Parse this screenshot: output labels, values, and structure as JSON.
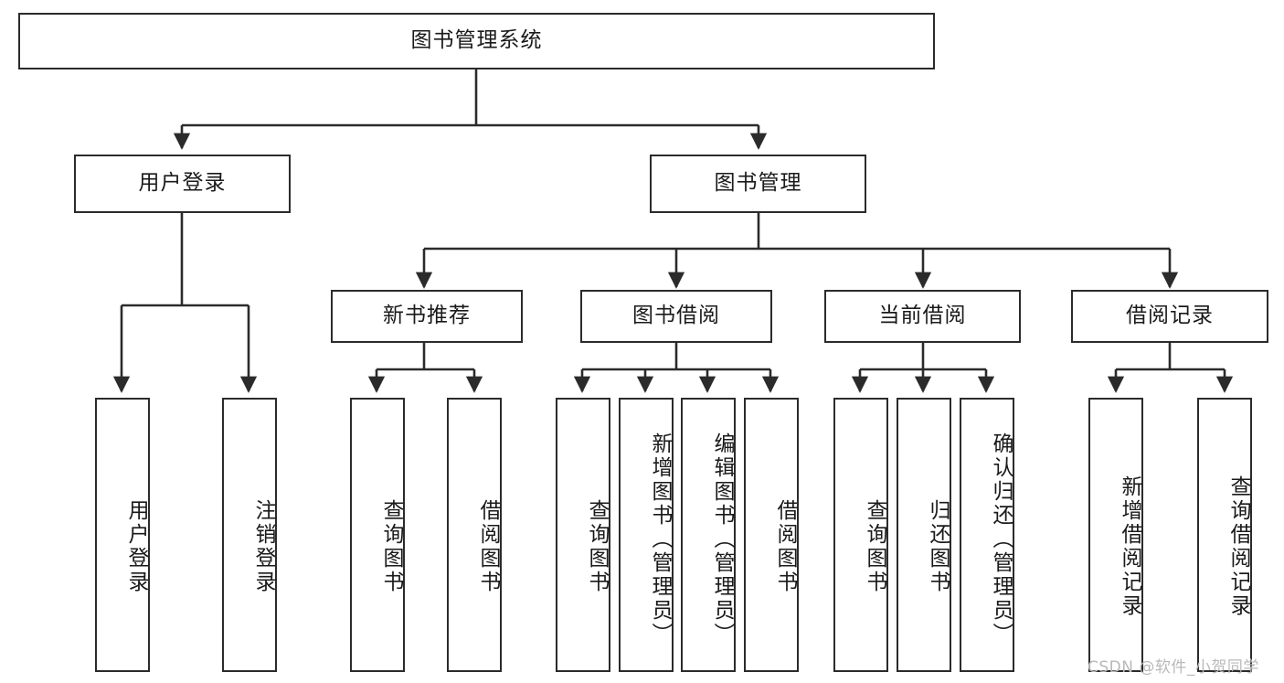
{
  "diagram": {
    "title_node": {
      "label": "图书管理系统"
    },
    "level2": [
      {
        "id": "user-login",
        "label": "用户登录"
      },
      {
        "id": "book-manage",
        "label": "图书管理"
      }
    ],
    "level3": [
      {
        "id": "new-book-recommend",
        "label": "新书推荐"
      },
      {
        "id": "book-borrow",
        "label": "图书借阅"
      },
      {
        "id": "current-borrow",
        "label": "当前借阅"
      },
      {
        "id": "borrow-record",
        "label": "借阅记录"
      }
    ],
    "leaves": [
      {
        "id": "leaf-user-login",
        "label": "用户登录",
        "parent": "user-login"
      },
      {
        "id": "leaf-logout-login",
        "label": "注销登录",
        "parent": "user-login"
      },
      {
        "id": "leaf-query-book-1",
        "label": "查询图书",
        "parent": "new-book-recommend"
      },
      {
        "id": "leaf-borrow-book-1",
        "label": "借阅图书",
        "parent": "new-book-recommend"
      },
      {
        "id": "leaf-query-book-2",
        "label": "查询图书",
        "parent": "book-borrow"
      },
      {
        "id": "leaf-add-book",
        "label": "新增图书（管理员）",
        "parent": "book-borrow"
      },
      {
        "id": "leaf-edit-book",
        "label": "编辑图书（管理员）",
        "parent": "book-borrow"
      },
      {
        "id": "leaf-borrow-book-2",
        "label": "借阅图书",
        "parent": "book-borrow"
      },
      {
        "id": "leaf-query-book-3",
        "label": "查询图书",
        "parent": "current-borrow"
      },
      {
        "id": "leaf-return-book",
        "label": "归还图书",
        "parent": "current-borrow"
      },
      {
        "id": "leaf-confirm-return",
        "label": "确认归还（管理员）",
        "parent": "current-borrow"
      },
      {
        "id": "leaf-add-record",
        "label": "新增借阅记录",
        "parent": "borrow-record"
      },
      {
        "id": "leaf-query-record",
        "label": "查询借阅记录",
        "parent": "borrow-record"
      }
    ],
    "watermark": "CSDN @软件_小贺同学",
    "colors": {
      "stroke": "#2b2b2b",
      "fill": "#ffffff",
      "text": "#1a1a1a",
      "watermark": "#b9b9b9"
    }
  }
}
